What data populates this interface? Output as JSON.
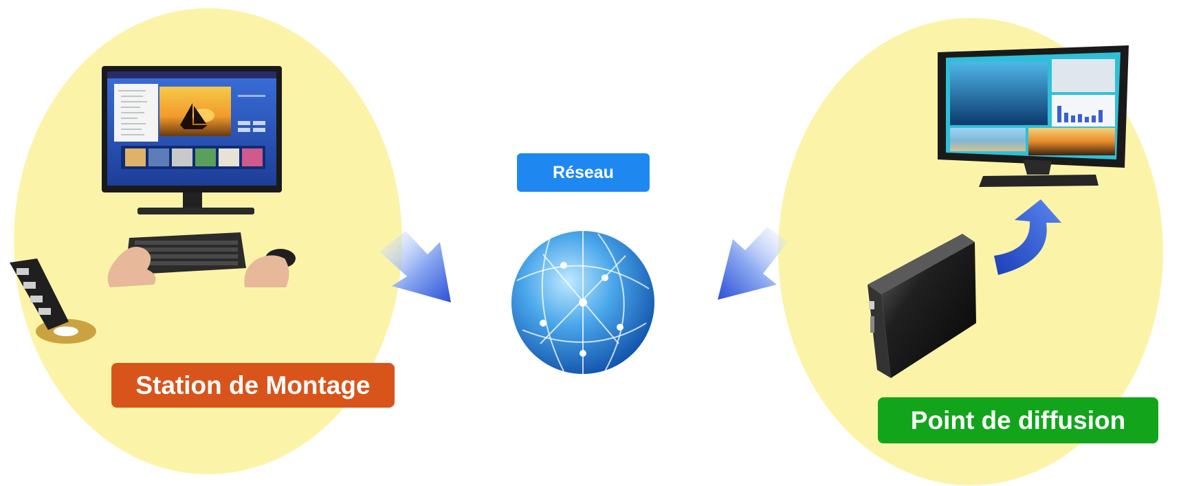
{
  "labels": {
    "station": "Station de Montage",
    "network": "Réseau",
    "diffusion": "Point de diffusion"
  },
  "colors": {
    "ellipse_fill": "#fbf4a8",
    "station_label_bg": "#d9541a",
    "network_label_bg": "#1e88f0",
    "diffusion_label_bg": "#12a51c",
    "arrow_blue": "#2c4fd8",
    "globe_blue": "#1e7fd6"
  },
  "icons": {
    "workstation": "desktop-monitor-icon",
    "keyboard": "keyboard-icon",
    "film": "film-reel-icon",
    "globe": "network-globe-icon",
    "player": "media-player-box-icon",
    "display": "display-screen-icon"
  }
}
